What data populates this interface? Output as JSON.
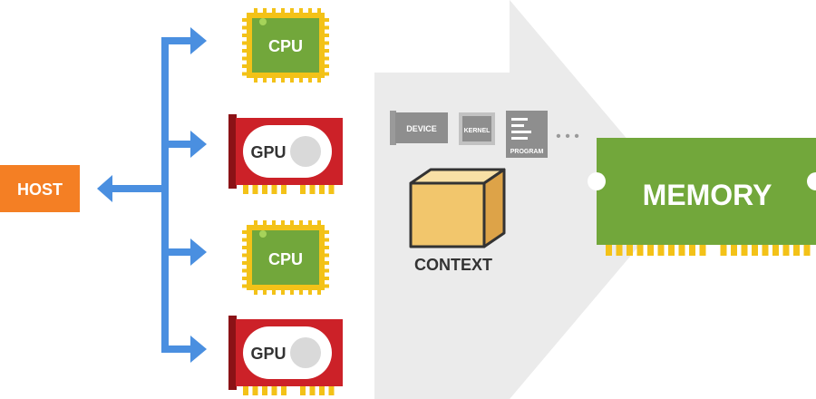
{
  "host": {
    "label": "HOST"
  },
  "devices": [
    {
      "type": "cpu",
      "label": "CPU"
    },
    {
      "type": "gpu",
      "label": "GPU"
    },
    {
      "type": "cpu",
      "label": "CPU"
    },
    {
      "type": "gpu",
      "label": "GPU"
    }
  ],
  "context": {
    "label": "CONTEXT",
    "items": [
      {
        "label": "DEVICE"
      },
      {
        "label": "KERNEL"
      },
      {
        "label": "PROGRAM"
      }
    ],
    "more": "• • •"
  },
  "memory": {
    "label": "MEMORY"
  },
  "colors": {
    "host": "#f47f24",
    "arrow": "#4a8fe0",
    "cpu": "#72a73b",
    "cpu_border": "#f3c218",
    "gpu": "#cc2128",
    "memory": "#72a73b",
    "context_bg": "#ebebeb",
    "cube_front": "#f2c66c",
    "gray_chip": "#8e8e8e"
  }
}
